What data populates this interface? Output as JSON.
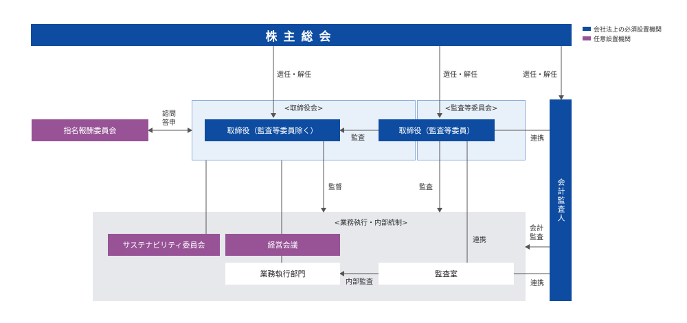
{
  "legend": {
    "required": {
      "label": "会社法上の必須設置機関",
      "color": "#0d4ca1"
    },
    "optional": {
      "label": "任意設置機関",
      "color": "#975396"
    }
  },
  "shareholders": "株主総会",
  "board_group": "<取締役会>",
  "audit_group": "<監査等委員会>",
  "execution_group": "<業務執行・内部統制>",
  "directors_excl": "取締役（監査等委員除く）",
  "directors_audit": "取締役（監査等委員）",
  "nomination": "指名報酬委員会",
  "sustainability": "サステナビリティ委員会",
  "management": "経営会議",
  "business_dept": "業務執行部門",
  "audit_office": "監査室",
  "accounting_auditor": "会計監査人",
  "labels": {
    "elect1": "選任・解任",
    "elect2": "選任・解任",
    "elect3": "選任・解任",
    "consult": "諮問\n答申",
    "audit_arrow": "監査",
    "supervise": "監督",
    "audit_down": "監査",
    "liaison1": "連携",
    "liaison2": "連携",
    "liaison3": "連携",
    "accounting_audit": "会計\n監査",
    "internal_audit": "内部監査"
  },
  "colors": {
    "navy": "#0d4ca1",
    "purple": "#975396",
    "board_bg": "#e8f0fa",
    "board_border": "#8fb0d8",
    "exec_bg": "#e6e8ec",
    "line": "#555555"
  }
}
